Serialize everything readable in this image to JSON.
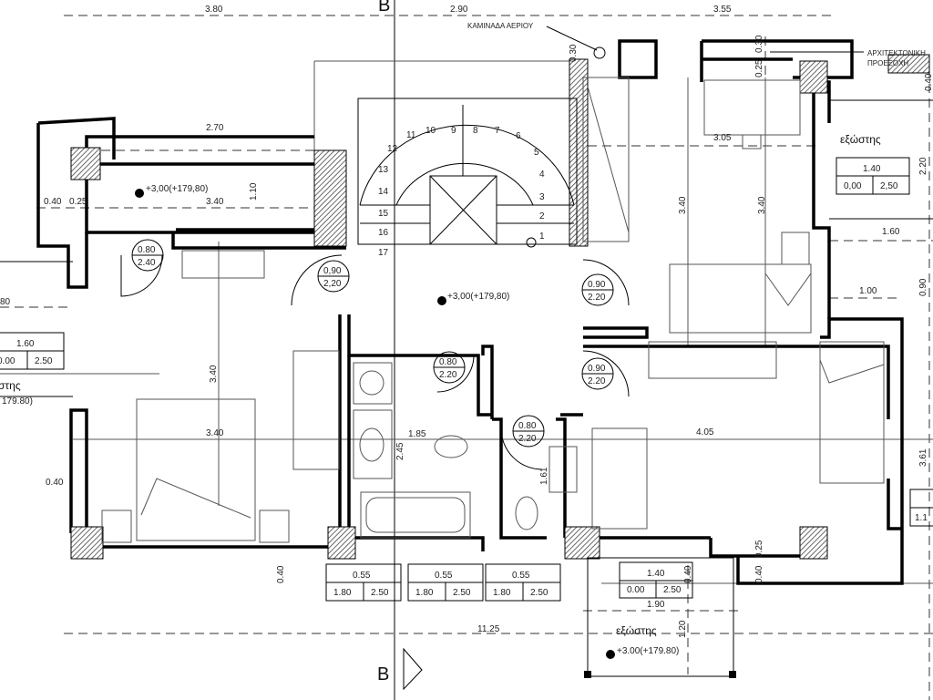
{
  "title_labels": {
    "section_top": "B",
    "section_bottom": "B",
    "gas_chimney": "ΚΑΜΙΝΑΔΑ ΑΕΡΙΟΥ",
    "arch_projection_1": "ΑΡΧΙΤΕΚΤΟΝΙΚΗ",
    "arch_projection_2": "ΠΡΟΕΞΟΧΗ"
  },
  "balconies": {
    "right": "εξώστης",
    "left_partial": "στης",
    "left_level_partial": "179.80)",
    "bottom": "εξώστης"
  },
  "levels": {
    "bedroom_left": "+3,00(+179,80)",
    "hall": "+3,00(+179,80)",
    "balcony_bottom": "+3.00(+179.80)"
  },
  "dimensions": {
    "top_1": "3.80",
    "top_2": "2.90",
    "top_3": "3.55",
    "chimney_030": "0.30",
    "proj_030": "0.30",
    "proj_025": "0.25",
    "right_040": "0.40",
    "balcony_270": "2.70",
    "balcony_110": "1.10",
    "balcony_340": "3.40",
    "left_040": "0.40",
    "left_025": "0.25",
    "left_080_partial": "80",
    "room_305": "3.05",
    "room_tr_340a": "3.40",
    "room_tr_340b": "3.40",
    "right_220": "2.20",
    "right_160": "1.60",
    "right_100": "1.00",
    "right_090": "0.90",
    "right_361": "3.61",
    "bed_v_340": "3.40",
    "bed_h_340": "3.40",
    "left_bottom_040": "0.40",
    "bath_185": "1.85",
    "bath_245": "2.45",
    "wc_161": "1.61",
    "room_br_405": "4.05",
    "bottom_040a": "0.40",
    "bottom_040b": "0.40",
    "bottom_025": "0.25",
    "bottom_040c": "0.40",
    "overall_1125": "11.25",
    "balcony_190": "1.90",
    "balcony_120": "1.20"
  },
  "door_tags": [
    {
      "w": "0.80",
      "h": "2.40"
    },
    {
      "w": "0,90",
      "h": "2,20"
    },
    {
      "w": "0.90",
      "h": "2.20"
    },
    {
      "w": "0.90",
      "h": "2.20"
    },
    {
      "w": "0.80",
      "h": "2.20"
    },
    {
      "w": "0.80",
      "h": "2.20"
    }
  ],
  "window_tags": [
    {
      "width": "1.60",
      "sill": "0.00",
      "head": "2.50"
    },
    {
      "width": "1.40",
      "sill": "0,00",
      "head": "2,50"
    },
    {
      "width": "0.55",
      "sill": "1.80",
      "head": "2.50"
    },
    {
      "width": "0.55",
      "sill": "1.80",
      "head": "2.50"
    },
    {
      "width": "0.55",
      "sill": "1.80",
      "head": "2.50"
    },
    {
      "width": "1.40",
      "sill": "0.00",
      "head": "2.50"
    },
    {
      "width": "1.1"
    }
  ],
  "stair_steps": [
    "1",
    "2",
    "3",
    "4",
    "5",
    "6",
    "7",
    "8",
    "9",
    "10",
    "11",
    "12",
    "13",
    "14",
    "15",
    "16",
    "17"
  ]
}
